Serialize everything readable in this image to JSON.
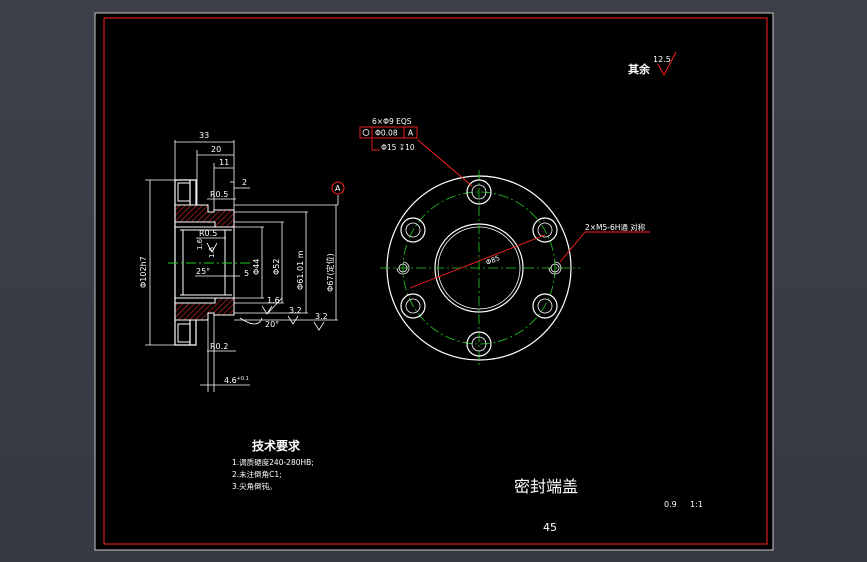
{
  "colors": {
    "background": "#000000",
    "frame": "#ff2020",
    "outline": "#ffffff",
    "center_line": "#22cc22",
    "dimension": "#ffffff",
    "hatch": "#ff3030",
    "leader": "#ff2020"
  },
  "title_block": {
    "part_name": "密封端盖",
    "material": "45",
    "weight": "0.9",
    "scale": "1:1"
  },
  "surface_note": {
    "label": "其余",
    "roughness": "12.5"
  },
  "tech_requirements": {
    "title": "技术要求",
    "items": [
      "1.调质硬度240-280HB;",
      "2.未注倒角C1;",
      "3.尖角倒钝。"
    ]
  },
  "section_view": {
    "dims": {
      "width_total": "33",
      "width_20": "20",
      "width_11": "11",
      "width_2": "2",
      "outer_dia": "Φ102h7",
      "dia_44": "Φ44",
      "dia_52": "Φ52",
      "dia_61": "Φ61.01 m",
      "dia_67": "Φ67(定位)",
      "r05_top": "R0.5",
      "r05_mid": "R0.5",
      "r02": "R0.2",
      "chamfer_16a": "1.6",
      "chamfer_16b": "1.6",
      "angle_25": "25°",
      "angle_20": "20°",
      "dim_5": "5",
      "rough_16": "1.6",
      "rough_32a": "3.2",
      "rough_32b": "3.2",
      "groove": "4.6",
      "groove_sup": "+0.1",
      "datum": "A"
    }
  },
  "front_view": {
    "hole_note": "6×Φ9 EQS",
    "position_tol": "Φ0.08",
    "datum_ref": "A",
    "counterbore": "Φ15 ↧10",
    "pcd": "Φ85",
    "thread_note": "2×M5-6H通 对称"
  }
}
